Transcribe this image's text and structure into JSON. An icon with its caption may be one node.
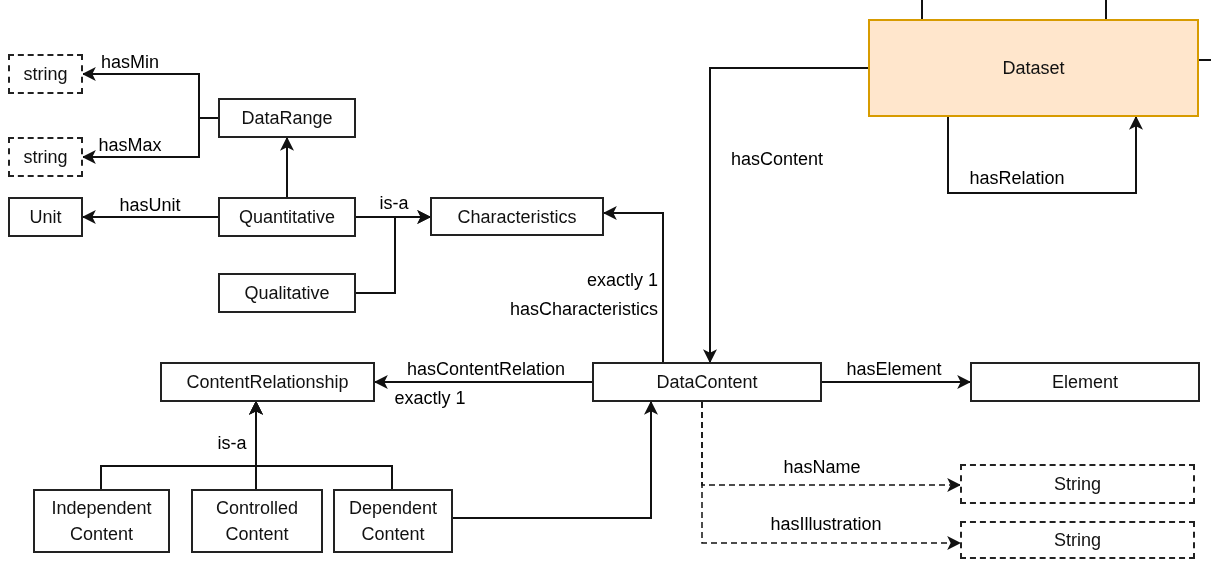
{
  "diagram": {
    "nodes": [
      {
        "text": [
          "string"
        ]
      },
      {
        "text": [
          "DataRange"
        ]
      },
      {
        "text": [
          "string"
        ]
      },
      {
        "text": [
          "Unit"
        ]
      },
      {
        "text": [
          "Quantitative"
        ]
      },
      {
        "text": [
          "Characteristics"
        ]
      },
      {
        "text": [
          "Qualitative"
        ]
      },
      {
        "text": [
          "Dataset"
        ]
      },
      {
        "text": [
          "ContentRelationship"
        ]
      },
      {
        "text": [
          "DataContent"
        ]
      },
      {
        "text": [
          "Element"
        ]
      },
      {
        "text": [
          "Independent Content"
        ]
      },
      {
        "text": [
          "Controlled Content"
        ]
      },
      {
        "text": [
          "Dependent Content"
        ]
      },
      {
        "text": [
          "String"
        ]
      },
      {
        "text": [
          "String"
        ]
      }
    ],
    "edges": [
      {
        "from": 1,
        "to": 0,
        "arrow": "to",
        "label": "hasMin"
      },
      {
        "from": 1,
        "to": 2,
        "arrow": "to",
        "label": "hasMax"
      },
      {
        "from": 4,
        "to": 1,
        "arrow": "to"
      },
      {
        "from": 4,
        "to": 3,
        "arrow": "to",
        "label": "hasUnit"
      },
      {
        "from": 4,
        "to": 5,
        "arrow": "to",
        "label": "is-a"
      },
      {
        "from": 6,
        "to": 5,
        "arrow": "to"
      },
      {
        "from": 9,
        "to": 5,
        "arrow": "to",
        "label": "hasCharacteristics"
      },
      {
        "from": 7,
        "to": 9,
        "arrow": "to",
        "label": "hasContent"
      },
      {
        "from": 7,
        "to": 7,
        "arrow": "to",
        "label": "hasRelation"
      },
      {
        "from": 9,
        "to": 8,
        "arrow": "to",
        "label": "hasContentRelation"
      },
      {
        "from": 11,
        "to": 8,
        "arrow": "to"
      },
      {
        "from": 12,
        "to": 8,
        "arrow": "to",
        "label": "is-a"
      },
      {
        "from": 13,
        "to": 8,
        "arrow": "to"
      },
      {
        "from": 13,
        "to": 9,
        "arrow": "to"
      },
      {
        "from": 9,
        "to": 10,
        "arrow": "to",
        "label": "hasElement"
      },
      {
        "from": 9,
        "to": 14,
        "arrow": "to",
        "label": "hasName",
        "style": "dashed"
      },
      {
        "from": 9,
        "to": 15,
        "arrow": "to",
        "label": "hasIllustration",
        "style": "dashed"
      },
      {
        "from": 7,
        "to": null,
        "arrow": "none"
      },
      {
        "from": 7,
        "to": null,
        "arrow": "none"
      },
      {
        "from": 7,
        "to": null,
        "arrow": "none"
      }
    ],
    "labels": [
      "exactly 1",
      "exactly 1"
    ]
  }
}
